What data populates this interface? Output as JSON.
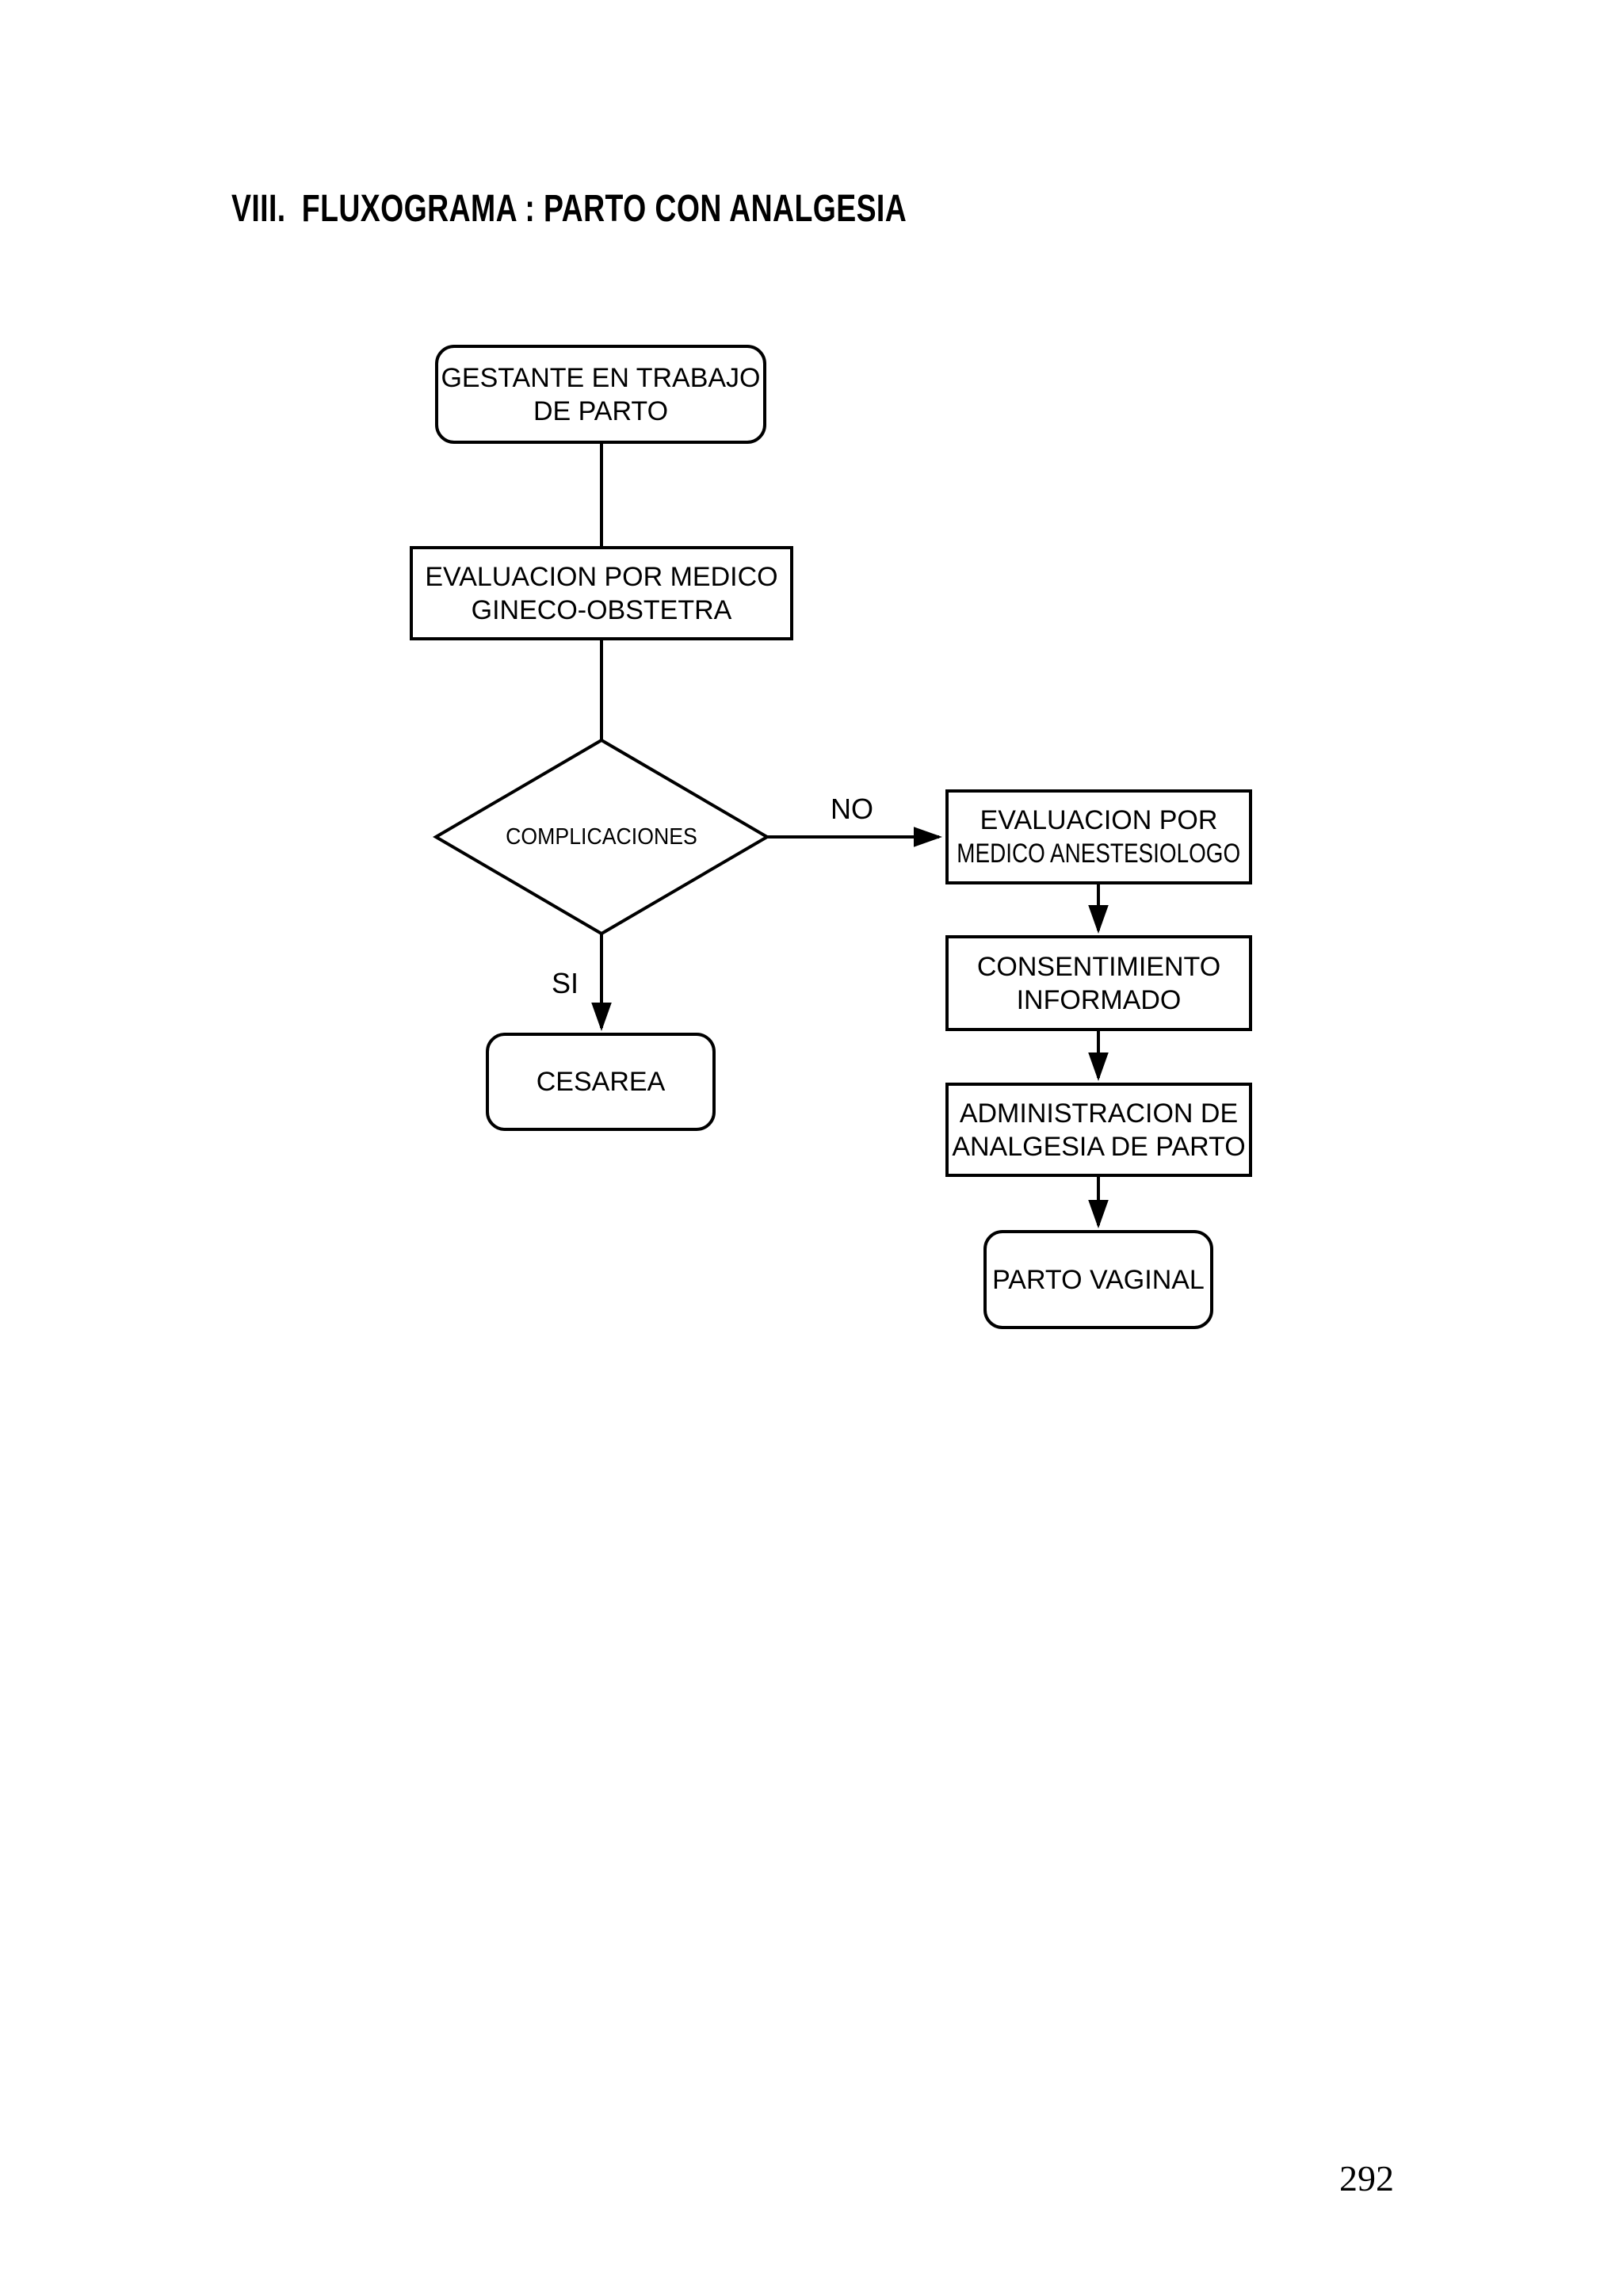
{
  "document": {
    "heading": {
      "numeral": "VIII.",
      "title": "FLUXOGRAMA : PARTO CON ANALGESIA"
    },
    "page_number": "292"
  },
  "flowchart": {
    "start": {
      "line1": "GESTANTE EN TRABAJO",
      "line2": "DE PARTO"
    },
    "evaluacion_gineco": {
      "line1": "EVALUACION POR MEDICO",
      "line2": "GINECO-OBSTETRA"
    },
    "decision": {
      "label": "COMPLICACIONES"
    },
    "branches": {
      "no": "NO",
      "si": "SI"
    },
    "evaluacion_anestesiologo": {
      "line1": "EVALUACION POR",
      "line2": "MEDICO ANESTESIOLOGO"
    },
    "consentimiento": {
      "line1": "CONSENTIMIENTO",
      "line2": "INFORMADO"
    },
    "administracion": {
      "line1": "ADMINISTRACION DE",
      "line2": "ANALGESIA DE PARTO"
    },
    "parto_vaginal": {
      "label": "PARTO VAGINAL"
    },
    "cesarea": {
      "label": "CESAREA"
    }
  },
  "colors": {
    "ink": "#000000",
    "paper": "#ffffff"
  }
}
